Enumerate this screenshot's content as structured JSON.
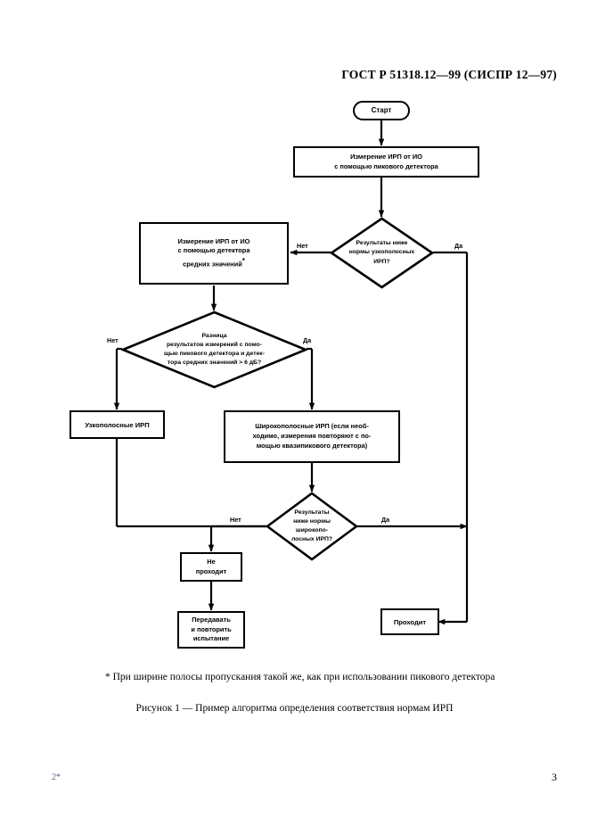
{
  "document": {
    "header": "ГОСТ Р 51318.12—99 (СИСПР 12—97)",
    "footnote": "* При ширине полосы пропускания такой же, как при использовании пикового детектора",
    "caption": "Рисунок 1 — Пример алгоритма определения соответствия нормам ИРП",
    "footer_left": "2*",
    "page_number": "3"
  },
  "chart_data": {
    "type": "diagram",
    "title": "Рисунок 1 — Пример алгоритма определения соответствия нормам ИРП",
    "nodes": [
      {
        "id": "start",
        "shape": "terminal",
        "text": "Старт"
      },
      {
        "id": "meas_peak",
        "shape": "process",
        "text": "Измерение ИРП от ИО\nс помощью пикового детектора"
      },
      {
        "id": "dec_narrow",
        "shape": "decision",
        "text": "Результаты ниже\nнормы узкополосных\nИРП?"
      },
      {
        "id": "meas_avg",
        "shape": "process",
        "text": "Измерение ИРП от ИО\nс помощью детектора\nсредних значений *"
      },
      {
        "id": "dec_diff",
        "shape": "decision",
        "text": "Разница\nрезультатов измерений с помо-\nщью пикового детектора и детек-\nтора средних значений > 6 дБ?"
      },
      {
        "id": "narrowband",
        "shape": "process",
        "text": "Узкополосные ИРП"
      },
      {
        "id": "broadband",
        "shape": "process",
        "text": "Широкополосные ИРП (если необ-\nходимо, измерения повторяют с по-\nмощью квазипикового детектора)"
      },
      {
        "id": "dec_broad",
        "shape": "decision",
        "text": "Результаты\nниже нормы широкопо-\nлосных ИРП?"
      },
      {
        "id": "fail",
        "shape": "process",
        "text": "Не\nпроходит"
      },
      {
        "id": "retest",
        "shape": "process",
        "text": "Передавать\nи повторить\nиспытание"
      },
      {
        "id": "pass",
        "shape": "process",
        "text": "Проходит"
      }
    ],
    "edges": [
      {
        "from": "start",
        "to": "meas_peak",
        "label": ""
      },
      {
        "from": "meas_peak",
        "to": "dec_narrow",
        "label": ""
      },
      {
        "from": "dec_narrow",
        "to": "meas_avg",
        "label": "Нет"
      },
      {
        "from": "dec_narrow",
        "to": "pass",
        "label": "Да"
      },
      {
        "from": "meas_avg",
        "to": "dec_diff",
        "label": ""
      },
      {
        "from": "dec_diff",
        "to": "narrowband",
        "label": "Нет"
      },
      {
        "from": "dec_diff",
        "to": "broadband",
        "label": "Да"
      },
      {
        "from": "narrowband",
        "to": "dec_broad",
        "label": ""
      },
      {
        "from": "broadband",
        "to": "dec_broad",
        "label": ""
      },
      {
        "from": "dec_broad",
        "to": "fail",
        "label": "Нет"
      },
      {
        "from": "dec_broad",
        "to": "pass",
        "label": "Да"
      },
      {
        "from": "fail",
        "to": "retest",
        "label": ""
      }
    ],
    "labels": {
      "yes": "Да",
      "no": "Нет"
    }
  },
  "nodes": {
    "start": "Старт",
    "meas_peak_l1": "Измерение ИРП от ИО",
    "meas_peak_l2": "с помощью пикового детектора",
    "dec_narrow_l1": "Результаты ниже",
    "dec_narrow_l2": "нормы узкополосных",
    "dec_narrow_l3": "ИРП?",
    "meas_avg_l1": "Измерение ИРП от ИО",
    "meas_avg_l2": "с помощью детектора",
    "meas_avg_l3": "средних значений",
    "dec_diff_l1": "Разница",
    "dec_diff_l2": "результатов измерений с помо-",
    "dec_diff_l3": "щью пикового детектора и детек-",
    "dec_diff_l4": "тора средних значений > 6 дБ?",
    "narrowband": "Узкополосные ИРП",
    "broadband_l1": "Широкополосные ИРП (если необ-",
    "broadband_l2": "ходимо, измерения повторяют с по-",
    "broadband_l3": "мощью квазипикового детектора)",
    "dec_broad_l1": "Результаты",
    "dec_broad_l2": "ниже нормы широкопо-",
    "dec_broad_l3": "лосных ИРП?",
    "fail_l1": "Не",
    "fail_l2": "проходит",
    "retest_l1": "Передавать",
    "retest_l2": "и повторить",
    "retest_l3": "испытание",
    "pass": "Проходит"
  },
  "edge_labels": {
    "narrow_no": "Нет",
    "narrow_yes": "Да",
    "diff_no": "Нет",
    "diff_yes": "Да",
    "broad_no": "Нет",
    "broad_yes": "Да"
  }
}
